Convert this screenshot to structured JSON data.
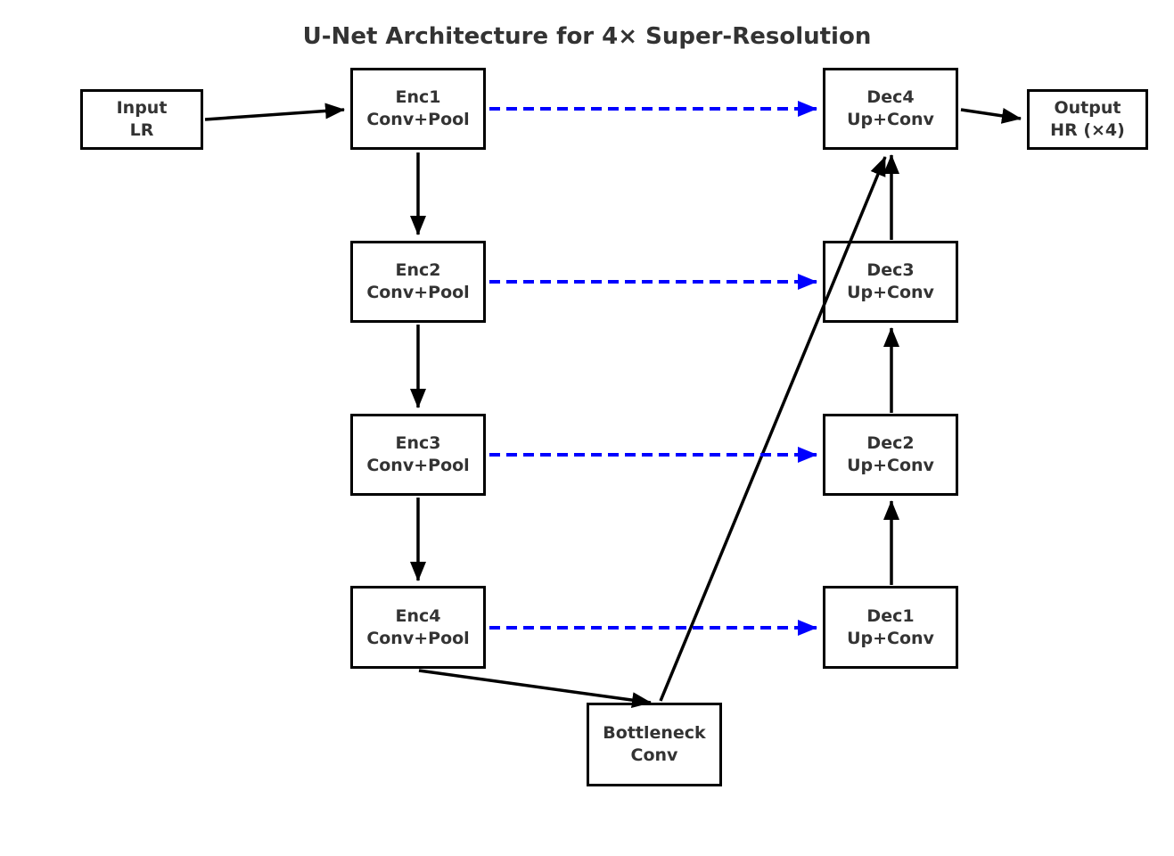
{
  "title": "U-Net Architecture for 4× Super-Resolution",
  "colors": {
    "skip_connection": "#0000ff",
    "flow_arrow": "#000000",
    "box_border": "#000000",
    "box_fill": "#ffffff",
    "text": "#333333",
    "background": "#ffffff"
  },
  "nodes": {
    "input": {
      "line1": "Input",
      "line2": "LR"
    },
    "enc1": {
      "line1": "Enc1",
      "line2": "Conv+Pool"
    },
    "enc2": {
      "line1": "Enc2",
      "line2": "Conv+Pool"
    },
    "enc3": {
      "line1": "Enc3",
      "line2": "Conv+Pool"
    },
    "enc4": {
      "line1": "Enc4",
      "line2": "Conv+Pool"
    },
    "bottleneck": {
      "line1": "Bottleneck",
      "line2": "Conv"
    },
    "dec1": {
      "line1": "Dec1",
      "line2": "Up+Conv"
    },
    "dec2": {
      "line1": "Dec2",
      "line2": "Up+Conv"
    },
    "dec3": {
      "line1": "Dec3",
      "line2": "Up+Conv"
    },
    "dec4": {
      "line1": "Dec4",
      "line2": "Up+Conv"
    },
    "output": {
      "line1": "Output",
      "line2": "HR (×4)"
    }
  },
  "edges": {
    "flow": [
      "input→enc1",
      "enc1→enc2",
      "enc2→enc3",
      "enc3→enc4",
      "enc4→bottleneck",
      "bottleneck→dec4",
      "dec1→dec2",
      "dec2→dec3",
      "dec3→dec4",
      "dec4→output"
    ],
    "skip": [
      "enc1→dec4",
      "enc2→dec3",
      "enc3→dec2",
      "enc4→dec1"
    ]
  }
}
